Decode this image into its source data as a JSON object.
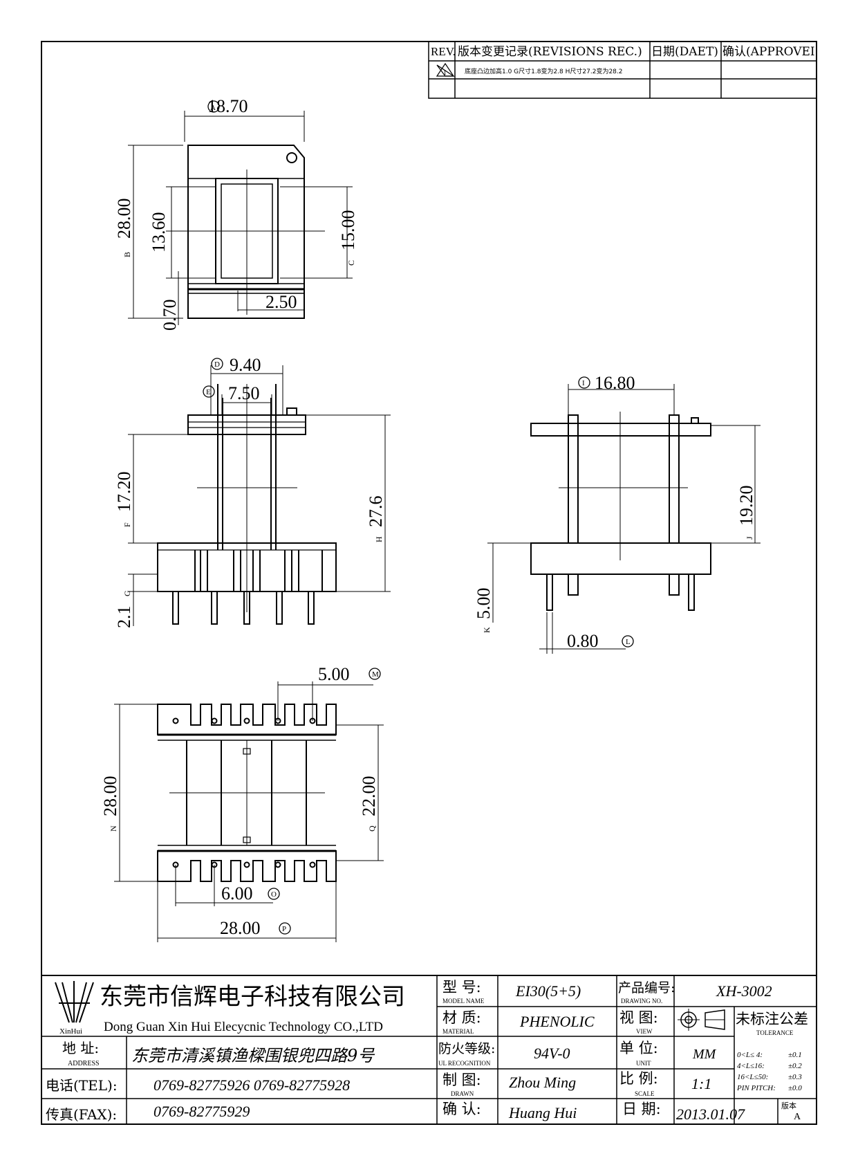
{
  "revisions": {
    "headers": {
      "rev": "REV.",
      "record": "版本变更记录(REVISIONS REC.)",
      "date": "日期(DAET)",
      "approve": "确认(APPROVEI"
    },
    "rows": [
      {
        "rev": "1",
        "text": "底座凸边加高1.0  G尺寸1.8变为2.8  H尺寸27.2变为28.2"
      }
    ]
  },
  "dimensions": {
    "top_view": {
      "A": "18.70",
      "B": "28.00",
      "C": "15.00",
      "h1": "13.60",
      "h2": "0.70",
      "w1": "2.50",
      "label_A": "A",
      "label_B": "B",
      "label_C": "C"
    },
    "front_view": {
      "D": "9.40",
      "E": "7.50",
      "F": "17.20",
      "G": "2.1",
      "H": "27.6",
      "label_D": "D",
      "label_E": "E",
      "label_F": "F",
      "label_G": "G",
      "label_H": "H"
    },
    "side_view": {
      "I": "16.80",
      "J": "19.20",
      "K": "5.00",
      "L": "0.80",
      "label_I": "I",
      "label_J": "J",
      "label_K": "K",
      "label_L": "L"
    },
    "bottom_view": {
      "M": "5.00",
      "N": "28.00",
      "O": "6.00",
      "P": "28.00",
      "Q": "22.00",
      "label_M": "M",
      "label_N": "N",
      "label_O": "O",
      "label_P": "P",
      "label_Q": "Q"
    }
  },
  "title_block": {
    "logo_text": "XinHui",
    "company_cn": "东莞市信辉电子科技有限公司",
    "company_en": "Dong Guan Xin Hui Elecycnic Technology CO.,LTD",
    "address_label_cn": "地  址:",
    "address_label_en": "ADDRESS",
    "address": "东莞市清溪镇渔樑围银兜四路9号",
    "tel_label": "电话(TEL):",
    "tel": "0769-82775926      0769-82775928",
    "fax_label": "传真(FAX):",
    "fax": "0769-82775929",
    "model_label_cn": "型  号:",
    "model_label_en": "MODEL NAME",
    "model": "EI30(5+5)",
    "material_label_cn": "材  质:",
    "material_label_en": "MATERIAL",
    "material": "PHENOLIC",
    "ul_label_cn": "防火等级:",
    "ul_label_en": "UL RECOGNITION",
    "ul": "94V-0",
    "drawn_label_cn": "制  图:",
    "drawn_label_en": "DRAWN",
    "drawn": "Zhou Ming",
    "check_label_cn": "确  认:",
    "check": "Huang Hui",
    "drawing_no_label_cn": "产品编号:",
    "drawing_no_label_en": "DRAWING NO.",
    "drawing_no": "XH-3002",
    "view_label_cn": "视  图:",
    "view_label_en": "VIEW",
    "unit_label_cn": "单  位:",
    "unit_label_en": "UNIT",
    "unit": "MM",
    "scale_label_cn": "比  例:",
    "scale_label_en": "SCALE",
    "scale": "1:1",
    "date_label_cn": "日  期:",
    "date": "2013.01.07",
    "version_label": "版本",
    "version": "A",
    "tolerance_label_cn": "未标注公差",
    "tolerance_label_en": "TOLERANCE",
    "tolerances": [
      {
        "range": "0<L≤ 4:",
        "value": "±0.1"
      },
      {
        "range": "4<L≤16:",
        "value": "±0.2"
      },
      {
        "range": "16<L≤50:",
        "value": "±0.3"
      },
      {
        "range": "PIN PITCH:",
        "value": "±0.0"
      }
    ]
  }
}
